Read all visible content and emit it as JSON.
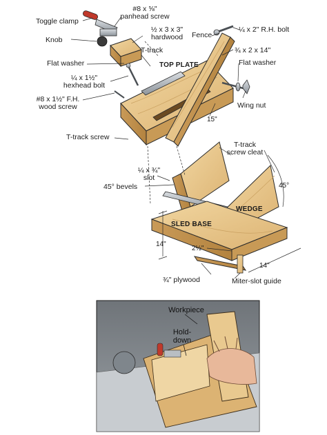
{
  "parts": {
    "toggle_clamp": "Toggle clamp",
    "panhead_screw_1": "#8 x ⅝\"",
    "panhead_screw_2": "panhead screw",
    "hardwood_1": "½ x 3 x 3\"",
    "hardwood_2": "hardwood",
    "knob": "Knob",
    "flat_washer_left": "Flat washer",
    "t_track_top": "T-track",
    "hexhead_bolt_1": "¼ x 1½\"",
    "hexhead_bolt_2": "hexhead bolt",
    "top_plate": "TOP PLATE",
    "wood_screw_1": "#8 x 1½\" F.H.",
    "wood_screw_2": "wood screw",
    "fence": "Fence",
    "rh_bolt": "¼ x 2\" R.H. bolt",
    "fence_stock": "¾ x 2 x 14\"",
    "flat_washer_right": "Flat washer",
    "wing_nut": "Wing nut",
    "t_track_screw": "T-track screw",
    "cleat_1": "T-track",
    "cleat_2": "screw cleat",
    "slot_1": "¼ x ¾\"",
    "slot_2": "slot",
    "bevels": "45° bevels",
    "wedge": "WEDGE",
    "sled_base": "SLED BASE",
    "plywood": "¾\" plywood",
    "miter_guide": "Miter-slot guide"
  },
  "dimensions": {
    "top_length": "15\"",
    "wedge_angle": "45°",
    "base_depth": "14\"",
    "guide_offset": "2½\"",
    "base_width": "14\""
  },
  "photo": {
    "workpiece": "Workpiece",
    "holddown_1": "Hold-",
    "holddown_2": "down"
  },
  "colors": {
    "wood_light": "#e9c98f",
    "wood_mid": "#d8ae6a",
    "wood_dark": "#b98848",
    "line": "#2b2b2b",
    "clamp_red": "#c0392b",
    "metal": "#9aa0a6"
  }
}
